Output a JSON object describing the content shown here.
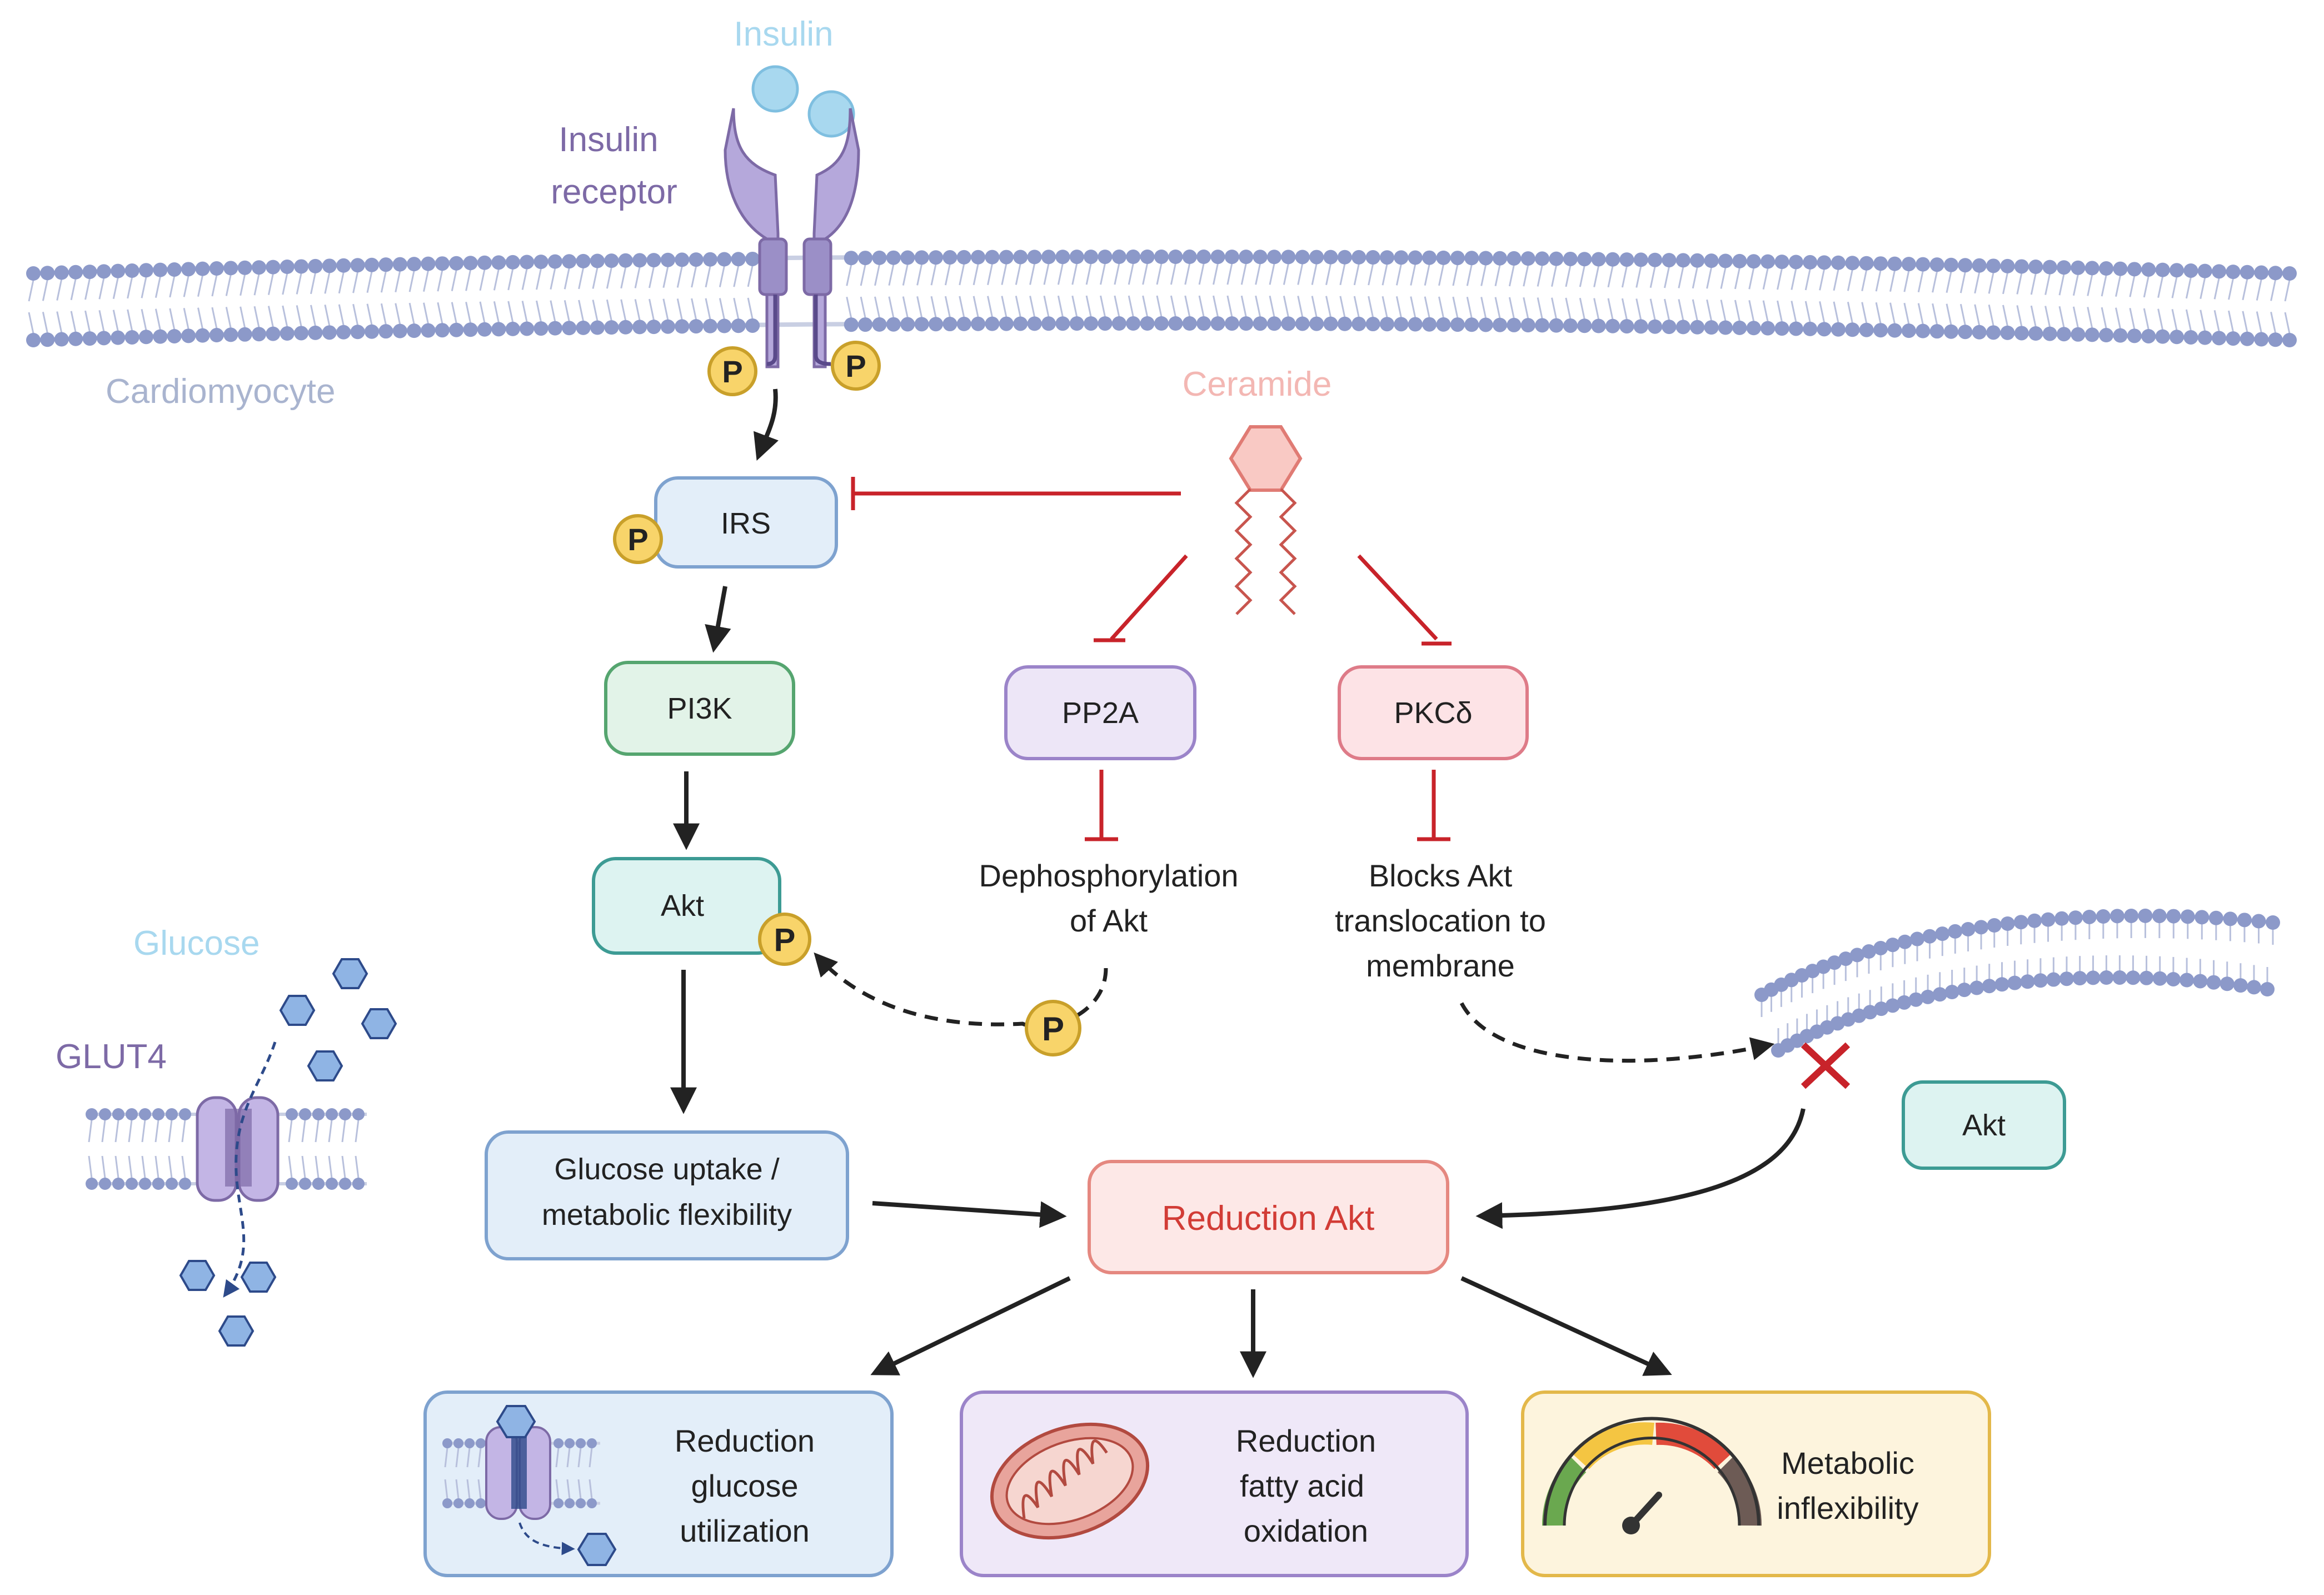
{
  "labels": {
    "insulin": "Insulin",
    "insulin_receptor": [
      "Insulin",
      "receptor"
    ],
    "cardiomyocyte": "Cardiomyocyte",
    "ceramide": "Ceramide",
    "glucose": "Glucose",
    "glut4": "GLUT4",
    "phospho": "P"
  },
  "nodes": {
    "irs": "IRS",
    "pi3k": "PI3K",
    "akt": "Akt",
    "pp2a": "PP2A",
    "pkc": "PKCδ",
    "akt_free": "Akt",
    "glucose_uptake": [
      "Glucose uptake /",
      "metabolic flexibility"
    ],
    "reduction_akt": "Reduction Akt"
  },
  "notes": {
    "dephosphorylation": [
      "Dephosphorylation",
      "of Akt"
    ],
    "blocks_akt": [
      "Blocks Akt",
      "translocation to",
      "membrane"
    ]
  },
  "outcomes": {
    "glucose_utilization": [
      "Reduction",
      "glucose",
      "utilization"
    ],
    "fatty_acid": [
      "Reduction",
      "fatty acid",
      "oxidation"
    ],
    "inflexibility": [
      "Metabolic",
      "inflexibility"
    ]
  },
  "colors": {
    "membrane": "#8c99c9",
    "membrane_label": "#a9b4cf",
    "insulin": "#a8d8ef",
    "receptor": "#9b8fc7",
    "ceramide": "#f3b7b3",
    "inhibit": "#c8232a",
    "arrow": "#222222",
    "phospho_fill": "#f8d46a",
    "glucose_fill": "#8fb4e4",
    "glut4_label": "#7d6aa6"
  }
}
